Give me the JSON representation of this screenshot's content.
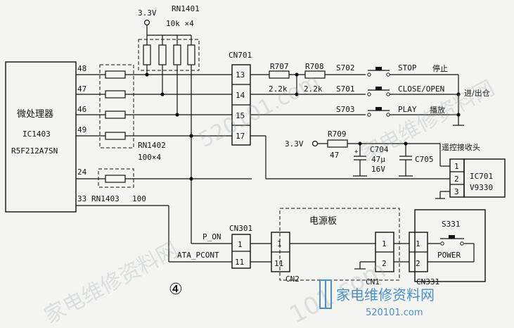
{
  "ic1403": {
    "name_cn": "微处理器",
    "ref": "IC1403",
    "part": "R5F212A7SN"
  },
  "pins": {
    "p48": "48",
    "p47": "47",
    "p46": "46",
    "p49": "49",
    "p24": "24",
    "p33": "33"
  },
  "rn1401": {
    "ref": "RN1401",
    "value": "10k ×4",
    "supply": "3.3V"
  },
  "rn1402": {
    "ref": "RN1402",
    "value": "100×4"
  },
  "rn1403": {
    "ref": "RN1403",
    "value": "100"
  },
  "cn701": {
    "ref": "CN701",
    "pins": [
      "13",
      "14",
      "15",
      "17"
    ]
  },
  "resistors": {
    "r707": {
      "ref": "R707",
      "value": "2.2k"
    },
    "r708": {
      "ref": "R708",
      "value": "2.2k"
    },
    "r709": {
      "ref": "R709",
      "value": "47",
      "supply": "3.3V"
    }
  },
  "switches": {
    "s702": {
      "ref": "S702",
      "label": "STOP",
      "label_cn": "停止"
    },
    "s701": {
      "ref": "S701",
      "label": "CLOSE/OPEN",
      "label_cn": "进/出仓"
    },
    "s703": {
      "ref": "S703",
      "label": "PLAY",
      "label_cn": "播放"
    },
    "s331": {
      "ref": "S331",
      "label": "POWER"
    }
  },
  "caps": {
    "c704": {
      "ref": "C704",
      "value1": "47μ",
      "value2": "16V"
    },
    "c705": {
      "ref": "C705"
    }
  },
  "ic701": {
    "title_cn": "遥控接收头",
    "ref": "IC701",
    "part": "V9330",
    "pins": [
      "1",
      "2",
      "3"
    ]
  },
  "cn301": {
    "ref": "CN301",
    "p1_label": "P_ON",
    "p11_label": "ATA_PCONT",
    "pins": [
      "1",
      "11"
    ]
  },
  "cn2": {
    "ref": "CN2",
    "pins": [
      "1",
      "11"
    ]
  },
  "power_board": {
    "title_cn": "电源板"
  },
  "cn1": {
    "ref": "CN1",
    "pins": [
      "1",
      "2"
    ]
  },
  "cn331": {
    "ref": "CN331",
    "pins": [
      "1",
      "2"
    ]
  },
  "figure_number": "④",
  "watermark": {
    "site_cn": "家电维修资料网",
    "url": "520101.com",
    "url_big": "101.com"
  }
}
